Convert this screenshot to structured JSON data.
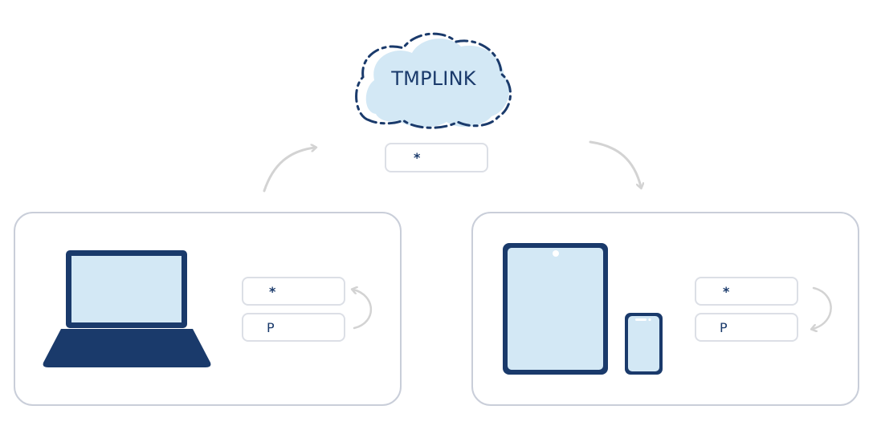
{
  "cloud": {
    "label": "TMPLINK",
    "shared_item": "*"
  },
  "left_device": {
    "device": "laptop-icon",
    "items": [
      "*",
      "P"
    ]
  },
  "right_device": {
    "devices": [
      "tablet-icon",
      "phone-icon"
    ],
    "items": [
      "*",
      "P"
    ]
  },
  "colors": {
    "navy": "#1a3a6b",
    "light_blue": "#d3e8f5",
    "border": "#c9ced9",
    "arrow": "#d3d3d3"
  }
}
